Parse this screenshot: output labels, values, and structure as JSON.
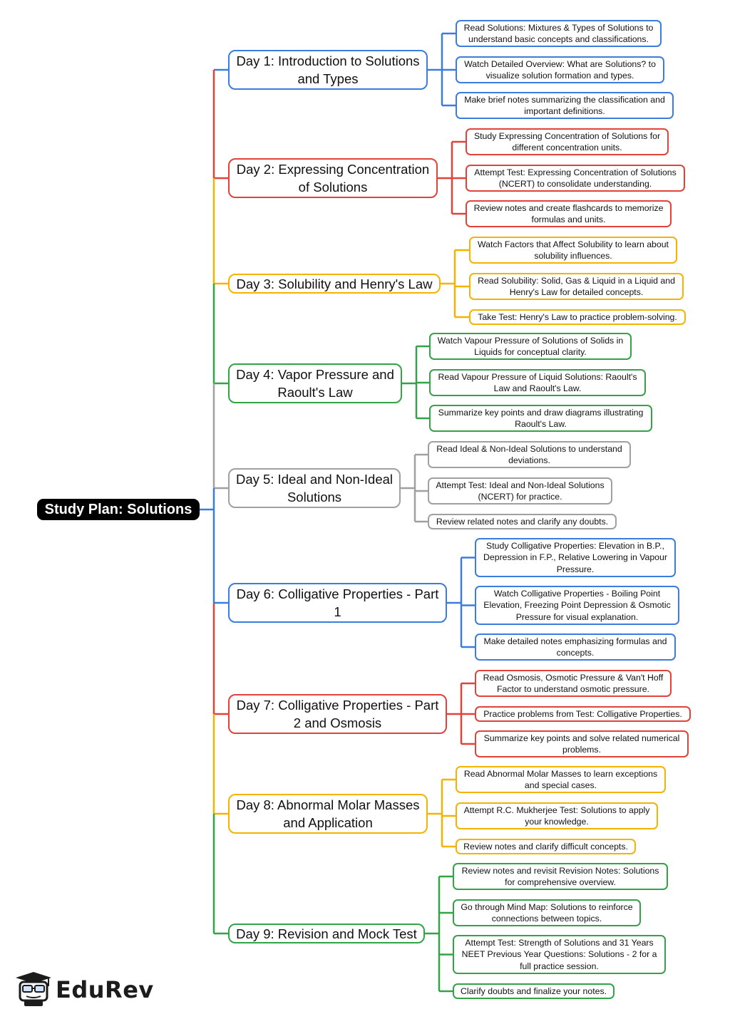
{
  "title": "Study Plan: Solutions",
  "brand": {
    "name": "EduRev",
    "icon": "graduate-mascot-icon"
  },
  "colors": {
    "blue": "#3b7ddd",
    "red": "#e0433a",
    "yellow": "#f5b301",
    "green": "#34a347",
    "gray": "#a0a0a0",
    "root": "#000000"
  },
  "days": [
    {
      "label": "Day 1: Introduction to Solutions and Types",
      "color": "blue",
      "tasks": [
        "Read Solutions: Mixtures & Types of Solutions to understand basic concepts and classifications.",
        "Watch Detailed Overview: What are Solutions? to visualize solution formation and types.",
        "Make brief notes summarizing the classification and important definitions."
      ]
    },
    {
      "label": "Day 2: Expressing Concentration of Solutions",
      "color": "red",
      "tasks": [
        "Study Expressing Concentration of Solutions for different concentration units.",
        "Attempt Test: Expressing Concentration of Solutions (NCERT) to consolidate understanding.",
        "Review notes and create flashcards to memorize formulas and units."
      ]
    },
    {
      "label": "Day 3: Solubility and Henry's Law",
      "color": "yellow",
      "tasks": [
        "Watch Factors that Affect Solubility to learn about solubility influences.",
        "Read Solubility: Solid, Gas & Liquid in a Liquid and Henry's Law for detailed concepts.",
        "Take Test: Henry's Law to practice problem-solving."
      ]
    },
    {
      "label": "Day 4: Vapor Pressure and Raoult's Law",
      "color": "green",
      "tasks": [
        "Watch Vapour Pressure of Solutions of Solids in Liquids for conceptual clarity.",
        "Read Vapour Pressure of Liquid Solutions: Raoult's Law and Raoult's Law.",
        "Summarize key points and draw diagrams illustrating Raoult's Law."
      ]
    },
    {
      "label": "Day 5: Ideal and Non-Ideal Solutions",
      "color": "gray",
      "tasks": [
        "Read Ideal & Non-Ideal Solutions to understand deviations.",
        "Attempt Test: Ideal and Non-Ideal Solutions (NCERT) for practice.",
        "Review related notes and clarify any doubts."
      ]
    },
    {
      "label": "Day 6: Colligative Properties - Part 1",
      "color": "blue",
      "tasks": [
        "Study Colligative Properties: Elevation in B.P., Depression in F.P., Relative Lowering in Vapour Pressure.",
        "Watch Colligative Properties - Boiling Point Elevation, Freezing Point Depression & Osmotic Pressure for visual explanation.",
        "Make detailed notes emphasizing formulas and concepts."
      ]
    },
    {
      "label": "Day 7: Colligative Properties - Part 2 and Osmosis",
      "color": "red",
      "tasks": [
        "Read Osmosis, Osmotic Pressure & Van't Hoff Factor to understand osmotic pressure.",
        "Practice problems from Test: Colligative Properties.",
        "Summarize key points and solve related numerical problems."
      ]
    },
    {
      "label": "Day 8: Abnormal Molar Masses and Application",
      "color": "yellow",
      "tasks": [
        "Read Abnormal Molar Masses to learn exceptions and special cases.",
        "Attempt R.C. Mukherjee Test: Solutions to apply your knowledge.",
        "Review notes and clarify difficult concepts."
      ]
    },
    {
      "label": "Day 9: Revision and Mock Test",
      "color": "green",
      "tasks": [
        "Review notes and revisit Revision Notes: Solutions for comprehensive overview.",
        "Go through Mind Map: Solutions to reinforce connections between topics.",
        "Attempt Test: Strength of Solutions and 31 Years NEET Previous Year Questions: Solutions - 2 for a full practice session.",
        "Clarify doubts and finalize your notes."
      ]
    }
  ]
}
